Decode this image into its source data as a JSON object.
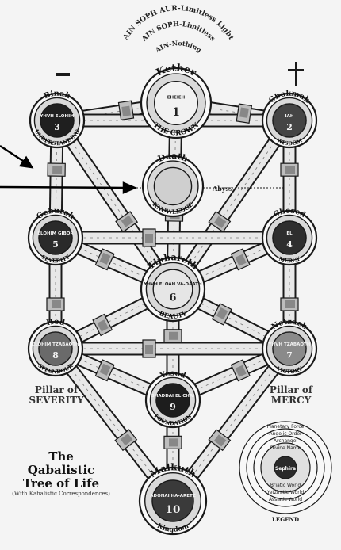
{
  "header": {
    "line1": "AIN SOPH AUR-Limitless Light",
    "line2": "AIN SOPH-Limitless",
    "line3": "AIN-Nothing"
  },
  "sephiroth": [
    {
      "id": "kether",
      "name": "Kether",
      "english": "THE CROWN",
      "divine": "EHEIEH",
      "number": "1",
      "fill": "#f2f2f2",
      "text": "#222"
    },
    {
      "id": "chokmah",
      "name": "Chokmah",
      "english": "WISDOM",
      "divine": "IAH",
      "number": "2",
      "fill": "#444",
      "text": "#f2f2f2"
    },
    {
      "id": "binah",
      "name": "Binah",
      "english": "UNDERSTANDING",
      "divine": "YHVH ELOHIM",
      "number": "3",
      "fill": "#1f1f1f",
      "text": "#f2f2f2"
    },
    {
      "id": "daath",
      "name": "Daath",
      "english": "KNOWLEDGE",
      "divine": "",
      "number": "",
      "fill": "#cfcfcf",
      "text": "#222"
    },
    {
      "id": "chesed",
      "name": "Chesed",
      "english": "MERCY",
      "divine": "EL",
      "number": "4",
      "fill": "#2e2e2e",
      "text": "#f2f2f2"
    },
    {
      "id": "geburah",
      "name": "Geburah",
      "english": "SEVERITY",
      "divine": "ELOHIM GIBOR",
      "number": "5",
      "fill": "#2a2a2a",
      "text": "#f2f2f2"
    },
    {
      "id": "tiphareth",
      "name": "Tiphareth",
      "english": "BEAUTY",
      "divine": "YHVH ELOAH VA-DAATH",
      "number": "6",
      "fill": "#e6e6e6",
      "text": "#222"
    },
    {
      "id": "netzach",
      "name": "Netzach",
      "english": "VICTORY",
      "divine": "YHVH TZABAOTH",
      "number": "7",
      "fill": "#8a8a8a",
      "text": "#f2f2f2"
    },
    {
      "id": "hod",
      "name": "Hod",
      "english": "SPLENDOUR",
      "divine": "ELOHIM TZABAOTH",
      "number": "8",
      "fill": "#6a6a6a",
      "text": "#f2f2f2"
    },
    {
      "id": "yesod",
      "name": "Yesod",
      "english": "FOUNDATION",
      "divine": "SHADDAI EL CHAI",
      "number": "9",
      "fill": "#1d1d1d",
      "text": "#f2f2f2"
    },
    {
      "id": "malkuth",
      "name": "Malkuth",
      "english": "Kingdom",
      "divine": "ADONAI HA-ARETZ",
      "number": "10",
      "fill": "#3a3a3a",
      "text": "#f2f2f2"
    }
  ],
  "abyss_label": "Abyss",
  "pillars": {
    "left_line1": "Pillar of",
    "left_line2": "SEVERITY",
    "right_line1": "Pillar of",
    "right_line2": "MERCY"
  },
  "title": {
    "line1": "The",
    "line2": "Qabalistic",
    "line3": "Tree of Life",
    "subtitle": "(With Kabalistic Correspondences)"
  },
  "legend": {
    "label": "LEGEND",
    "rings": [
      "Planetary Force",
      "Angelic Order",
      "Archangel",
      "Divine Name",
      "Briatic World",
      "Yetziratic World",
      "Assiatic World"
    ],
    "center": "Sephira"
  },
  "colors": {
    "ink": "#1a1a1a",
    "path_fill": "#e8e8e8",
    "card": "#bdbdbd",
    "arrow": "#000000"
  }
}
